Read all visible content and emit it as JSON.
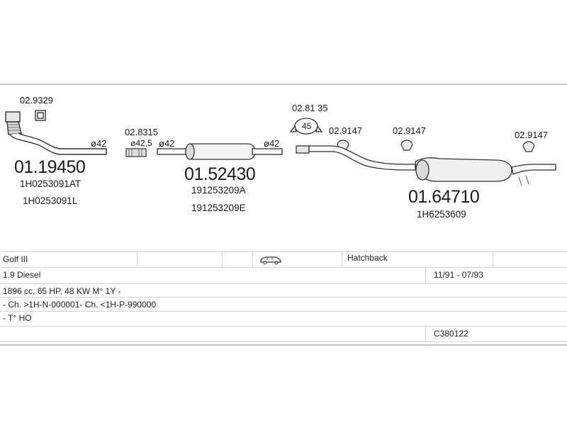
{
  "diagram": {
    "labels": {
      "clamp_a": "02.9329",
      "part_a": "01.19450",
      "part_a_ref1": "1H0253091AT",
      "part_a_ref2": "1H0253091L",
      "part_a_dia": "ø42",
      "clamp_b": "02.8315",
      "clamp_b_dia1": "ø42,5",
      "clamp_b_dia2": "ø42",
      "part_b": "01.52430",
      "part_b_ref1": "191253209A",
      "part_b_ref2": "191253209E",
      "part_b_dia": "ø42",
      "ring": "02.81 35",
      "ring_value": "45",
      "hanger_1": "02.9147",
      "hanger_2": "02.9147",
      "hanger_3": "02.9147",
      "part_c": "01.64710",
      "part_c_ref": "1H6253609"
    }
  },
  "table": {
    "model": "Golf III",
    "body": "Hatchback",
    "engine": "1.9 Diesel",
    "period": "11/91 - 07/93",
    "spec": "1896 cc, 65 HP, 48 KW M° 1Y -",
    "chassis": "- Ch. >1H-N-000001- Ch. <1H-P-990000",
    "note": "- T° HO",
    "code": "C380122",
    "car_icon": "car-icon"
  }
}
